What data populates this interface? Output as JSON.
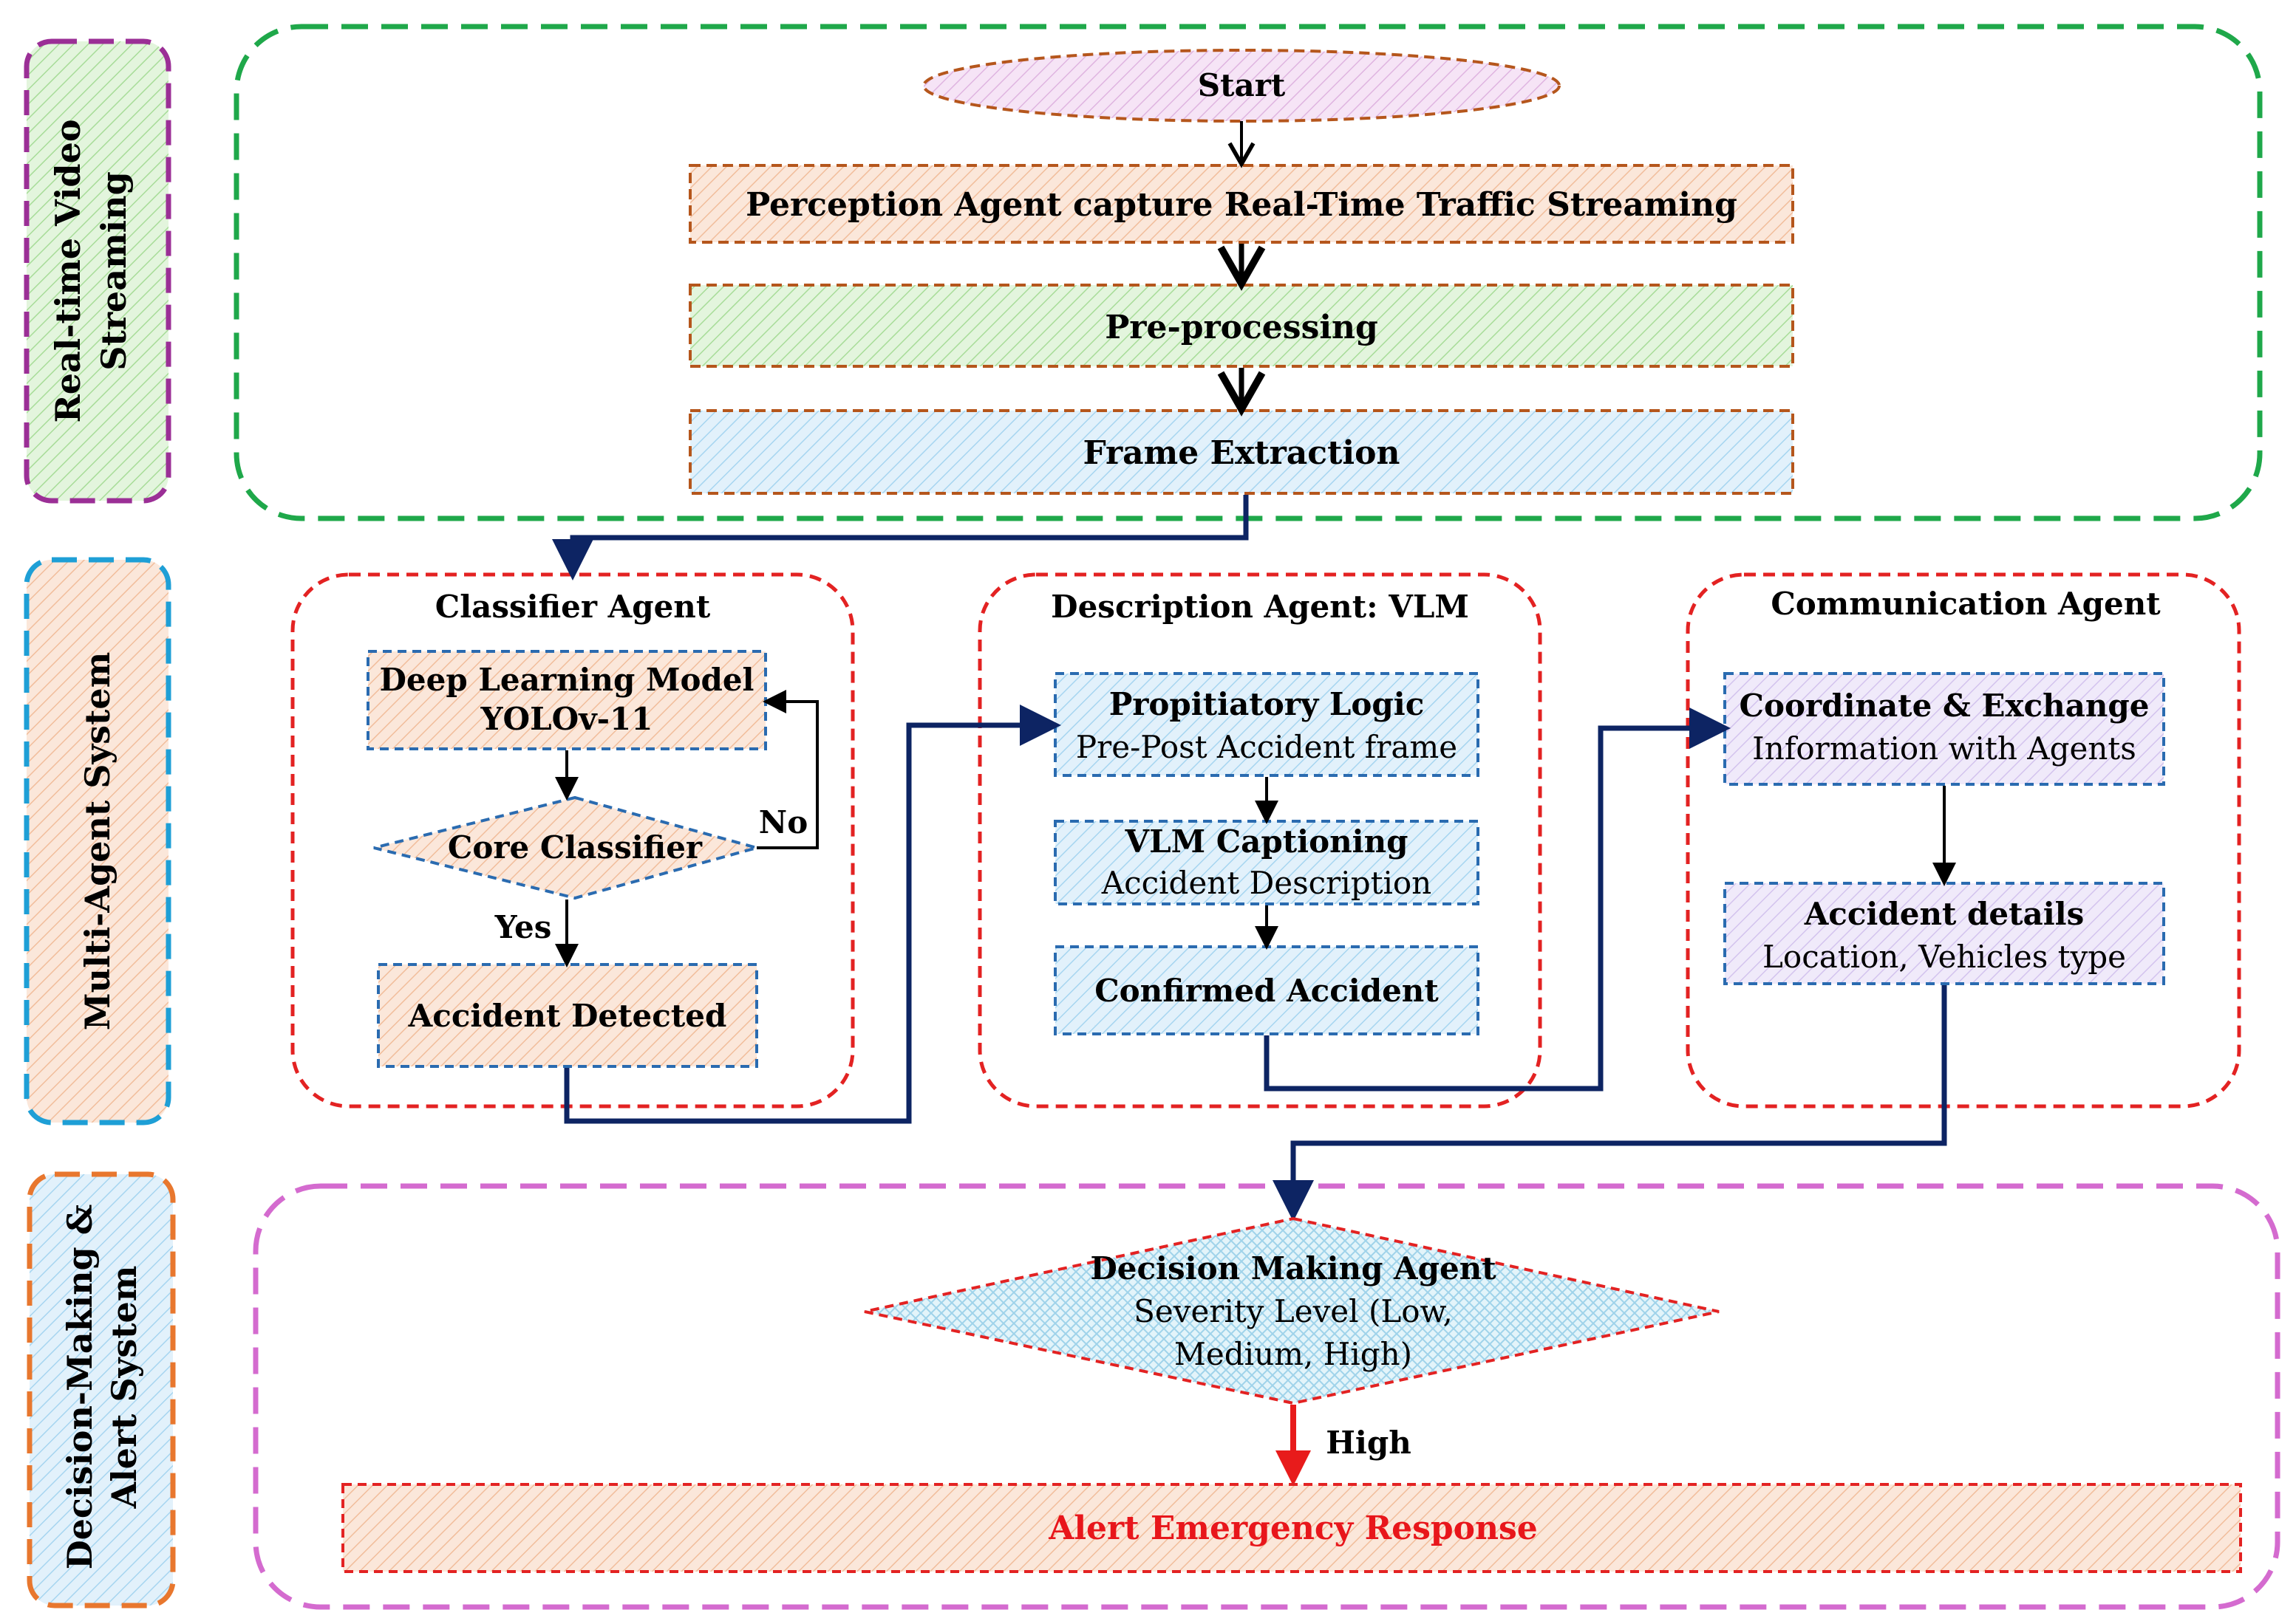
{
  "sections": {
    "video": "Real-time Video Streaming",
    "video_l1": "Real-time Video",
    "video_l2": "Streaming",
    "mas": "Multi-Agent System",
    "dm_l1": "Decision-Making &",
    "dm_l2": "Alert System"
  },
  "streaming": {
    "start": "Start",
    "perception": "Perception Agent capture Real-Time Traffic Streaming",
    "preprocessing": "Pre-processing",
    "frame_extraction": "Frame Extraction"
  },
  "classifier_agent": {
    "title": "Classifier Agent",
    "model_l1": "Deep Learning Model",
    "model_l2": "YOLOv-11",
    "core": "Core Classifier",
    "no": "No",
    "yes": "Yes",
    "detected": "Accident Detected"
  },
  "description_agent": {
    "title": "Description Agent: VLM",
    "logic_title": "Propitiatory Logic",
    "logic_sub": "Pre-Post Accident frame",
    "caption_title": "VLM Captioning",
    "caption_sub": "Accident Description",
    "confirmed": "Confirmed Accident"
  },
  "communication_agent": {
    "title": "Communication Agent",
    "coord_title": "Coordinate & Exchange",
    "coord_sub": "Information with Agents",
    "details_title": "Accident details",
    "details_sub": "Location, Vehicles type"
  },
  "decision": {
    "title": "Decision Making Agent",
    "line2": "Severity Level (Low,",
    "line3": "Medium, High)",
    "high": "High",
    "alert": "Alert Emergency Response"
  },
  "colors": {
    "green": "#1fa84a",
    "purple": "#9b2f96",
    "blue": "#1e9fd6",
    "orange": "#e8772e",
    "red": "#e32222",
    "pink": "#d46bcf",
    "brown": "#b5561c",
    "navy": "#1e3b7a",
    "arrow": "#0d2463"
  }
}
